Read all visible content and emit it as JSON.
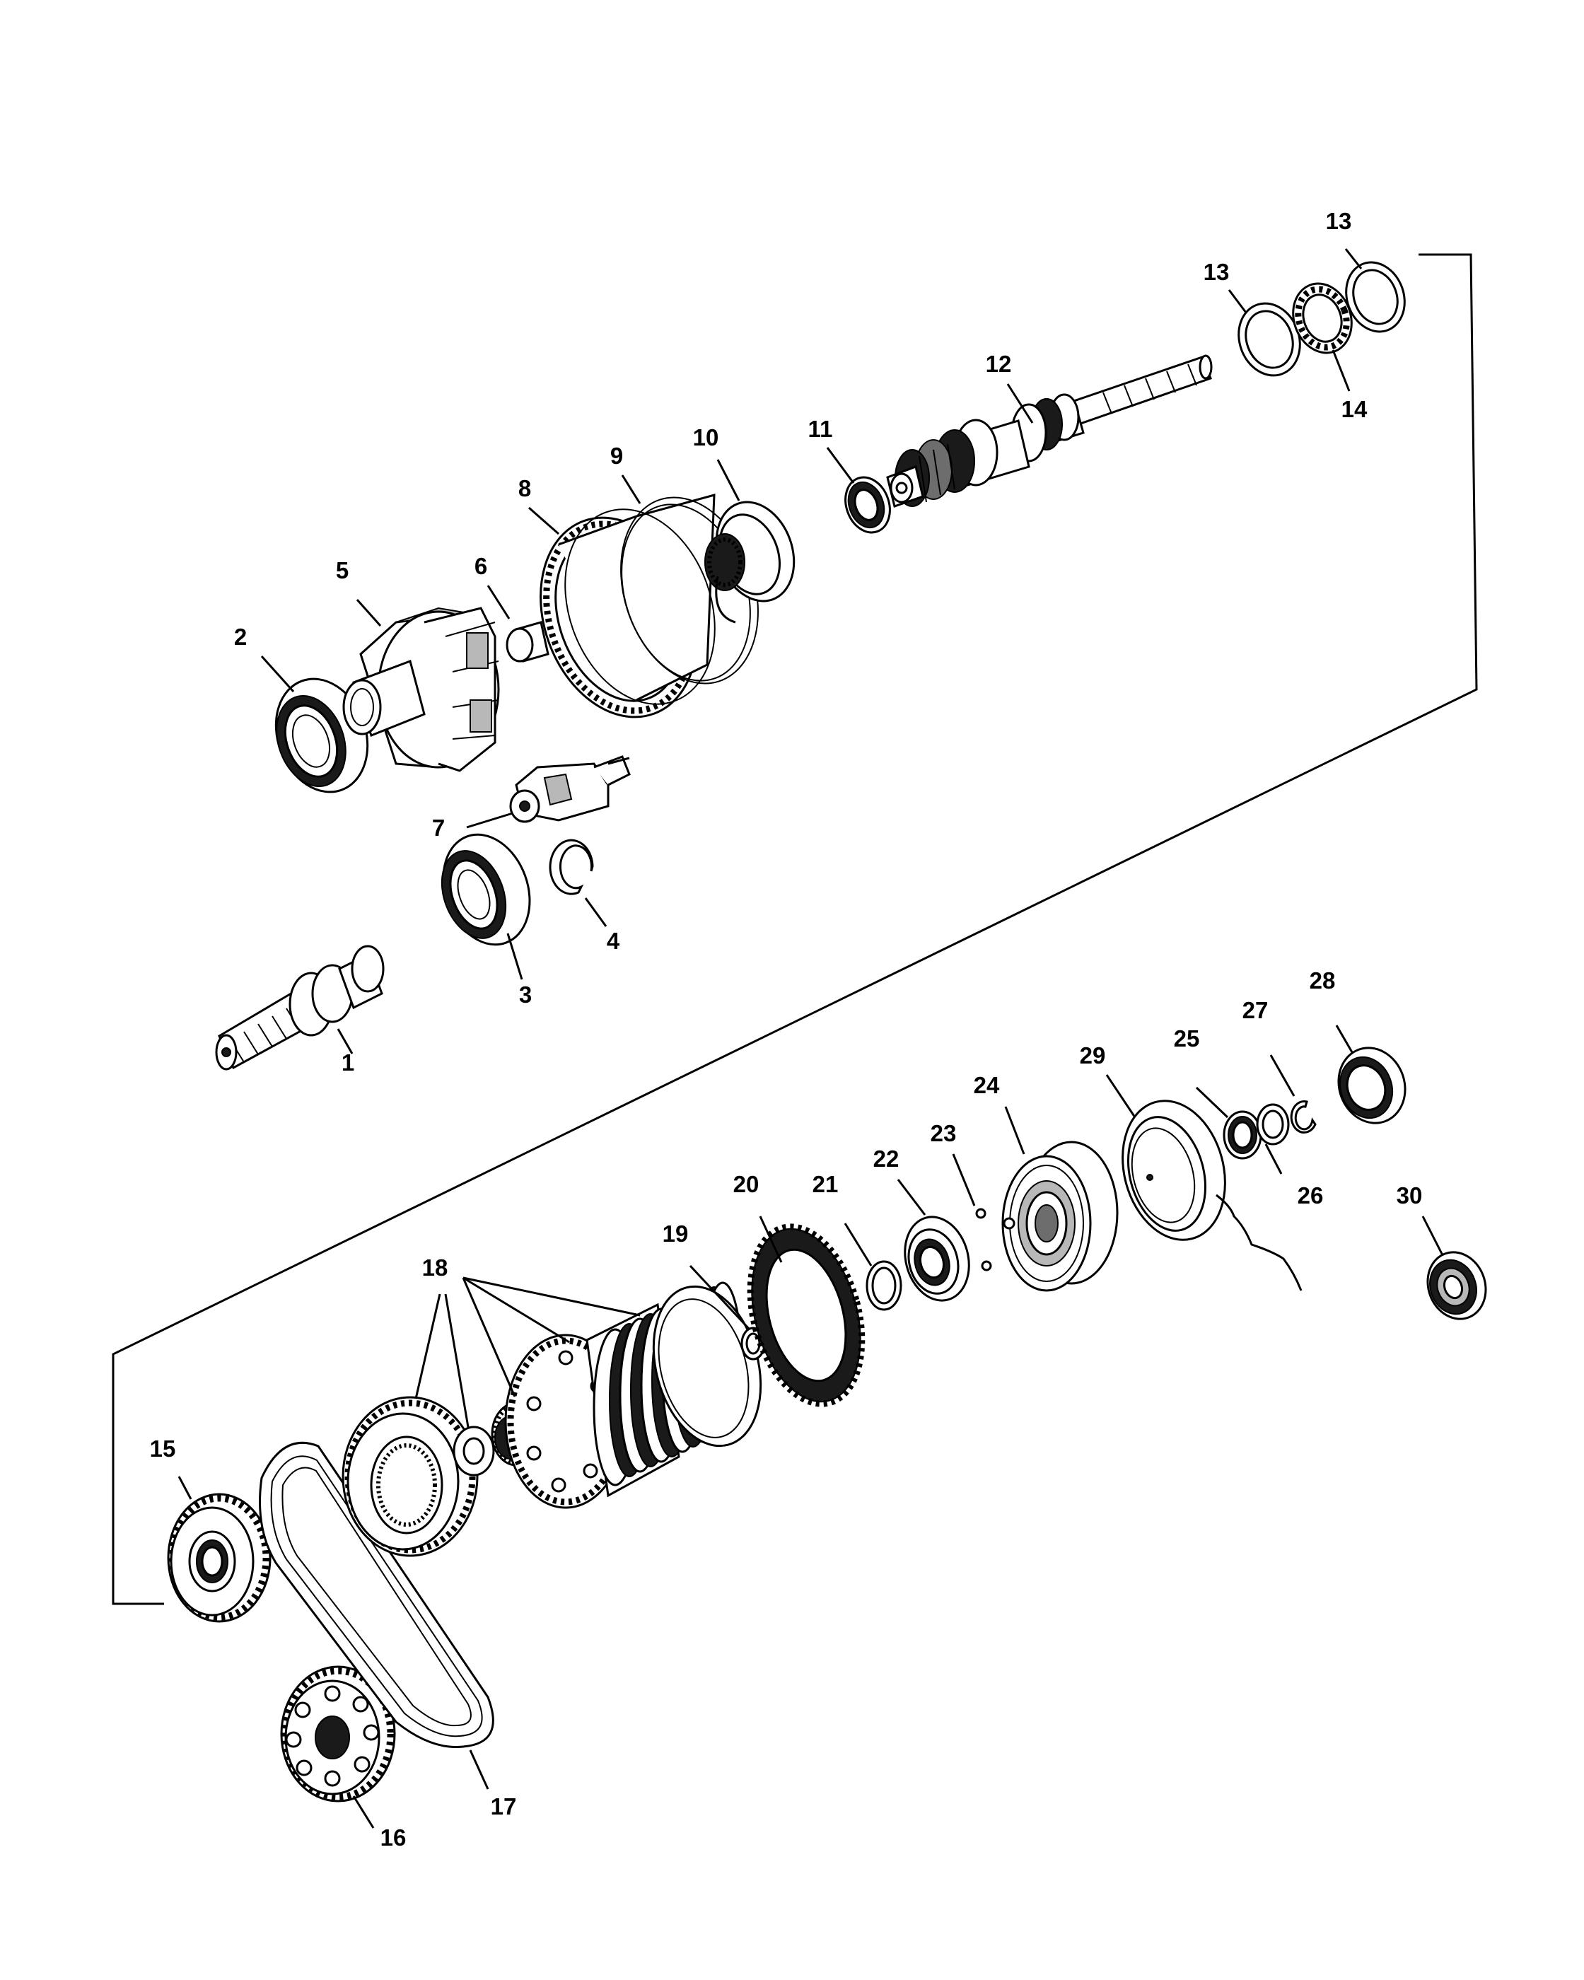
{
  "diagram": {
    "callouts": [
      {
        "id": "1",
        "text": "1"
      },
      {
        "id": "2",
        "text": "2"
      },
      {
        "id": "3",
        "text": "3"
      },
      {
        "id": "4",
        "text": "4"
      },
      {
        "id": "5",
        "text": "5"
      },
      {
        "id": "6",
        "text": "6"
      },
      {
        "id": "7",
        "text": "7"
      },
      {
        "id": "8",
        "text": "8"
      },
      {
        "id": "9",
        "text": "9"
      },
      {
        "id": "10",
        "text": "10"
      },
      {
        "id": "11",
        "text": "11"
      },
      {
        "id": "12",
        "text": "12"
      },
      {
        "id": "13a",
        "text": "13"
      },
      {
        "id": "13b",
        "text": "13"
      },
      {
        "id": "14",
        "text": "14"
      },
      {
        "id": "15",
        "text": "15"
      },
      {
        "id": "16",
        "text": "16"
      },
      {
        "id": "17",
        "text": "17"
      },
      {
        "id": "18",
        "text": "18"
      },
      {
        "id": "19",
        "text": "19"
      },
      {
        "id": "20",
        "text": "20"
      },
      {
        "id": "21",
        "text": "21"
      },
      {
        "id": "22",
        "text": "22"
      },
      {
        "id": "23",
        "text": "23"
      },
      {
        "id": "24",
        "text": "24"
      },
      {
        "id": "25",
        "text": "25"
      },
      {
        "id": "26",
        "text": "26"
      },
      {
        "id": "27",
        "text": "27"
      },
      {
        "id": "28",
        "text": "28"
      },
      {
        "id": "29",
        "text": "29"
      },
      {
        "id": "30",
        "text": "30"
      }
    ]
  }
}
